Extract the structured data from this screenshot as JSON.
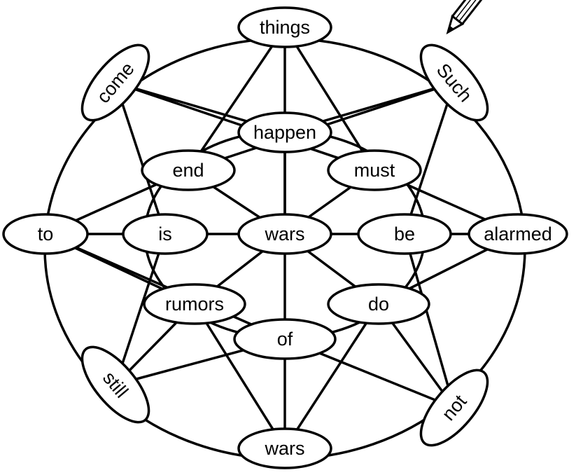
{
  "diagram": {
    "nodes": [
      {
        "id": "things",
        "label": "things"
      },
      {
        "id": "such",
        "label": "Such"
      },
      {
        "id": "alarmed",
        "label": "alarmed"
      },
      {
        "id": "not",
        "label": "not"
      },
      {
        "id": "wars_bottom",
        "label": "wars"
      },
      {
        "id": "still",
        "label": "still"
      },
      {
        "id": "to",
        "label": "to"
      },
      {
        "id": "come",
        "label": "come"
      },
      {
        "id": "happen",
        "label": "happen"
      },
      {
        "id": "must",
        "label": "must"
      },
      {
        "id": "be",
        "label": "be"
      },
      {
        "id": "do",
        "label": "do"
      },
      {
        "id": "of",
        "label": "of"
      },
      {
        "id": "rumors",
        "label": "rumors"
      },
      {
        "id": "is",
        "label": "is"
      },
      {
        "id": "end",
        "label": "end"
      },
      {
        "id": "wars_center",
        "label": "wars"
      }
    ],
    "edges": [
      [
        "things",
        "end"
      ],
      [
        "things",
        "wars_center"
      ],
      [
        "things",
        "must"
      ],
      [
        "such",
        "happen"
      ],
      [
        "such",
        "end"
      ],
      [
        "such",
        "be"
      ],
      [
        "come",
        "happen"
      ],
      [
        "come",
        "must"
      ],
      [
        "come",
        "is"
      ],
      [
        "to",
        "is"
      ],
      [
        "to",
        "end"
      ],
      [
        "to",
        "rumors"
      ],
      [
        "to",
        "of"
      ],
      [
        "alarmed",
        "be"
      ],
      [
        "alarmed",
        "must"
      ],
      [
        "alarmed",
        "do"
      ],
      [
        "still",
        "rumors"
      ],
      [
        "still",
        "of"
      ],
      [
        "still",
        "is"
      ],
      [
        "not",
        "of"
      ],
      [
        "not",
        "do"
      ],
      [
        "not",
        "be"
      ],
      [
        "wars_bottom",
        "rumors"
      ],
      [
        "wars_bottom",
        "do"
      ],
      [
        "wars_bottom",
        "of"
      ],
      [
        "wars_center",
        "is"
      ],
      [
        "wars_center",
        "be"
      ],
      [
        "wars_center",
        "end"
      ],
      [
        "wars_center",
        "must"
      ],
      [
        "wars_center",
        "rumors"
      ],
      [
        "wars_center",
        "do"
      ],
      [
        "wars_center",
        "of"
      ],
      [
        "wars_center",
        "happen"
      ]
    ],
    "pencil_icon": "pencil-icon"
  }
}
